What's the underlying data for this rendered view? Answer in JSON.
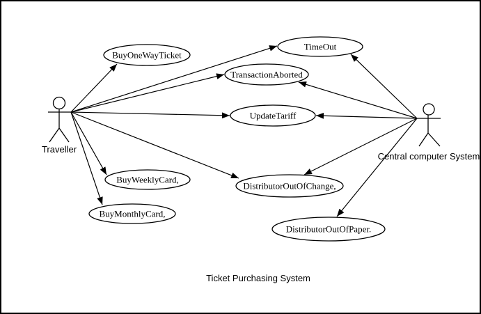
{
  "diagram": {
    "title": "Ticket Purchasing System",
    "type": "uml-use-case-diagram",
    "colors": {
      "stroke": "#000000",
      "fill": "#ffffff",
      "background": "#ffffff"
    },
    "actors": [
      {
        "id": "traveller",
        "label": "Traveller"
      },
      {
        "id": "central-computer-system",
        "label": "Central computer System"
      }
    ],
    "use_cases": [
      {
        "id": "buy-one-way-ticket",
        "label": "BuyOneWayTicket"
      },
      {
        "id": "timeout",
        "label": "TimeOut"
      },
      {
        "id": "transaction-aborted",
        "label": "TransactionAborted"
      },
      {
        "id": "update-tariff",
        "label": "UpdateTariff"
      },
      {
        "id": "buy-weekly-card",
        "label": "BuyWeeklyCard,"
      },
      {
        "id": "buy-monthly-card",
        "label": "BuyMonthlyCard,"
      },
      {
        "id": "distributor-out-of-change",
        "label": "DistributorOutOfChange,"
      },
      {
        "id": "distributor-out-of-paper",
        "label": "DistributorOutOfPaper."
      }
    ],
    "associations": [
      {
        "from": "Traveller",
        "to": "BuyOneWayTicket",
        "arrow": "to"
      },
      {
        "from": "Traveller",
        "to": "TimeOut",
        "arrow": "to"
      },
      {
        "from": "Traveller",
        "to": "TransactionAborted",
        "arrow": "to"
      },
      {
        "from": "Traveller",
        "to": "UpdateTariff",
        "arrow": "to"
      },
      {
        "from": "Traveller",
        "to": "DistributorOutOfChange,",
        "arrow": "to"
      },
      {
        "from": "Traveller",
        "to": "BuyWeeklyCard,",
        "arrow": "to"
      },
      {
        "from": "Traveller",
        "to": "BuyMonthlyCard,",
        "arrow": "to"
      },
      {
        "from": "Central computer System",
        "to": "TimeOut",
        "arrow": "to"
      },
      {
        "from": "Central computer System",
        "to": "TransactionAborted",
        "arrow": "to"
      },
      {
        "from": "Central computer System",
        "to": "UpdateTariff",
        "arrow": "to"
      },
      {
        "from": "Central computer System",
        "to": "DistributorOutOfChange,",
        "arrow": "to"
      },
      {
        "from": "Central computer System",
        "to": "DistributorOutOfPaper.",
        "arrow": "to"
      }
    ]
  }
}
